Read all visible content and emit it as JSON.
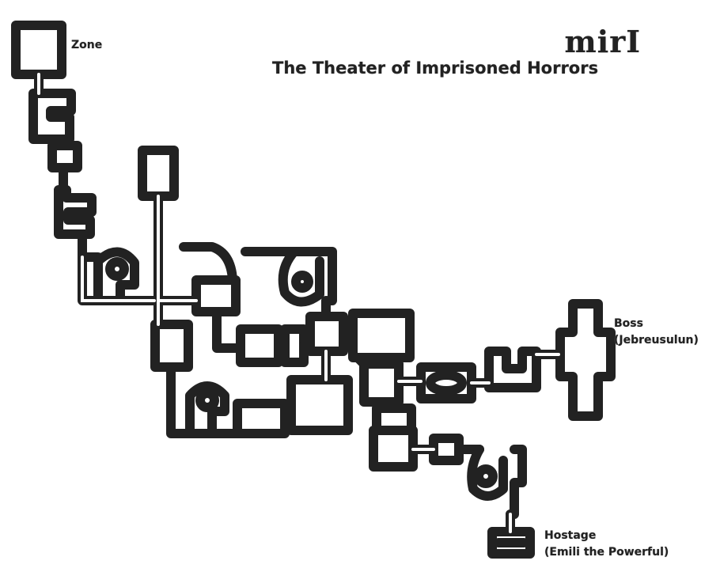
{
  "map": {
    "title": "mirI",
    "subtitle": "The Theater of Imprisoned Horrors",
    "markers": {
      "zone": "Zone",
      "boss": "Boss",
      "boss_name": "(Jebreusulun)",
      "hostage": "Hostage",
      "hostage_name": "(Emili the Powerful)"
    },
    "colors": {
      "wall": "#222222",
      "floor": "#ffffff",
      "background": "#ffffff"
    }
  }
}
